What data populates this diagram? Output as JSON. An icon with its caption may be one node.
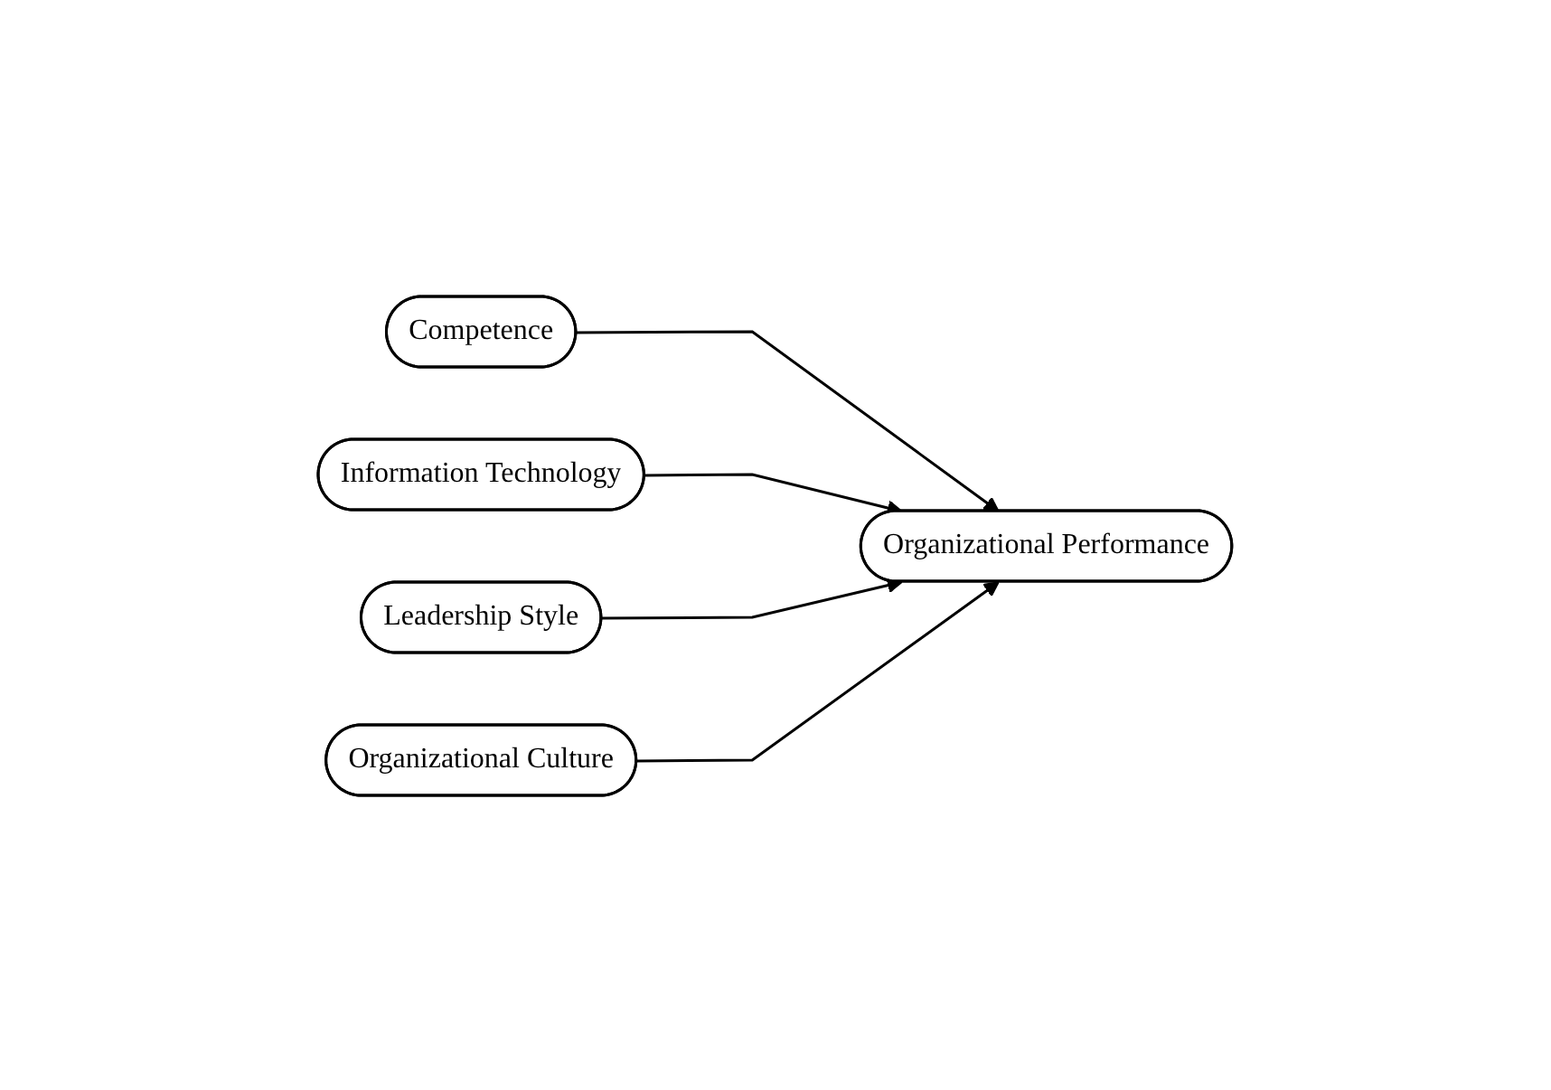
{
  "diagram": {
    "nodes": [
      {
        "text": [
          "Competence"
        ]
      },
      {
        "text": [
          "Information Technology"
        ]
      },
      {
        "text": [
          "Leadership Style"
        ]
      },
      {
        "text": [
          "Organizational Performance"
        ]
      },
      {
        "text": [
          "Organizational Culture"
        ]
      }
    ],
    "edges": [
      {
        "from": 0,
        "to": 3,
        "arrow": "to"
      },
      {
        "from": 1,
        "to": 3,
        "arrow": "to"
      },
      {
        "from": 2,
        "to": 3,
        "arrow": "to"
      },
      {
        "from": 4,
        "to": 3,
        "arrow": "to"
      }
    ]
  }
}
